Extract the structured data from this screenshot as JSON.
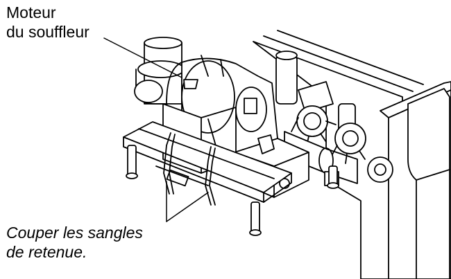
{
  "labels": {
    "motor": {
      "line1": "Moteur",
      "line2": "du souffleur"
    },
    "straps": {
      "line1": "Couper les sangles",
      "line2": "de retenue."
    }
  },
  "colors": {
    "ink": "#000000",
    "paper": "#ffffff",
    "shade": "#e6e6e6"
  }
}
